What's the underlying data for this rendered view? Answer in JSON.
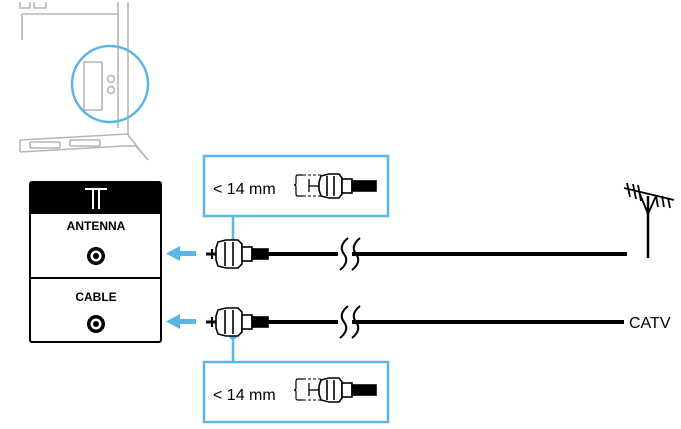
{
  "panel": {
    "header_icon": "antenna-t-icon",
    "ports": [
      {
        "label": "ANTENNA"
      },
      {
        "label": "CABLE"
      }
    ]
  },
  "callouts": {
    "top": {
      "text": "< 14 mm"
    },
    "bottom": {
      "text": "< 14 mm"
    }
  },
  "sources": {
    "antenna_icon": "aerial-antenna-icon",
    "catv_label": "CATV"
  },
  "colors": {
    "accent": "#5ab4e5",
    "line": "#000000",
    "tv_outline": "#b0b0b0"
  }
}
